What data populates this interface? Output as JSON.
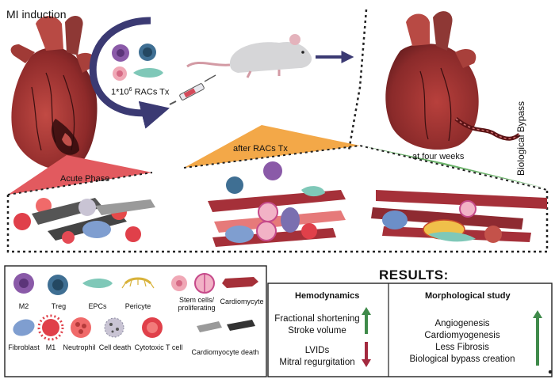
{
  "top": {
    "mi_label": "MI induction",
    "dose_label": "1*10",
    "dose_sup": "6",
    "dose_suffix": " RACs Tx",
    "bypass_label": "Biological Bypass"
  },
  "phases": [
    {
      "label": "Acute Phase",
      "color": "#e25a5f"
    },
    {
      "label": "after RACs Tx",
      "color": "#f3a848"
    },
    {
      "label": "at four weeks",
      "color": "#6bb36a"
    }
  ],
  "legend": {
    "row1": [
      {
        "label": "M2",
        "icon": "m2-macrophage-icon"
      },
      {
        "label": "Treg",
        "icon": "treg-icon"
      },
      {
        "label": "EPCs",
        "icon": "epc-icon"
      },
      {
        "label": "Pericyte",
        "icon": "pericyte-icon"
      },
      {
        "label": "Stem cells/\nproliferating",
        "icon": "stem-cell-icon"
      },
      {
        "label": "Cardiomycyte",
        "icon": "cardiomyocyte-icon"
      }
    ],
    "row2": [
      {
        "label": "Fibroblast",
        "icon": "fibroblast-icon"
      },
      {
        "label": "M1",
        "icon": "m1-macrophage-icon"
      },
      {
        "label": "Neutrophil",
        "icon": "neutrophil-icon"
      },
      {
        "label": "Cell death",
        "icon": "cell-death-icon"
      },
      {
        "label": "Cytotoxic T cell",
        "icon": "cytotoxic-t-cell-icon"
      },
      {
        "label": "Cardiomyocyte death",
        "icon": "cardiomyocyte-death-icon"
      }
    ]
  },
  "results": {
    "title": "RESULTS:",
    "hemodynamics": {
      "title": "Hemodynamics",
      "up": [
        "Fractional shortening",
        "Stroke volume"
      ],
      "down": [
        "LVIDs",
        "Mitral regurgitation"
      ]
    },
    "morphology": {
      "title": "Morphological study",
      "up": [
        "Angiogenesis",
        "Cardiomyogenesis",
        "Less Fibrosis",
        "Biological bypass creation"
      ]
    }
  },
  "colors": {
    "up_arrow": "#3f8a4a",
    "down_arrow": "#a3293f",
    "navy_arrow": "#3b3a73",
    "heart_dark": "#7a1f22",
    "heart_mid": "#b33a36"
  }
}
